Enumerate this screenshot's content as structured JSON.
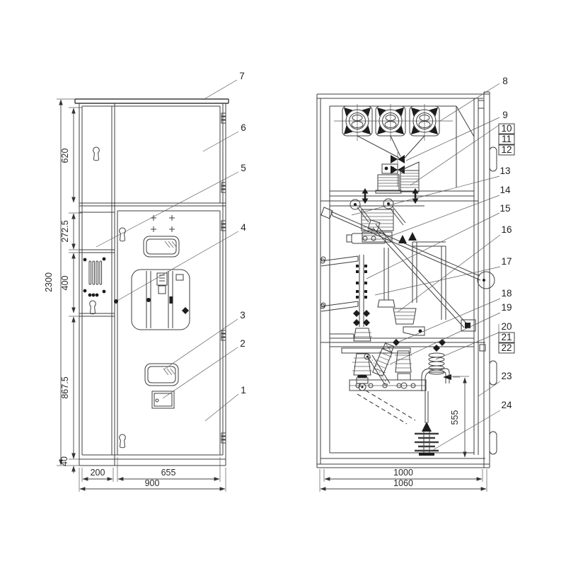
{
  "palette": {
    "line": "#3d3d3d",
    "background": "#ffffff",
    "accent_fill": "#1c1c1c"
  },
  "front_view": {
    "dims": {
      "total_height": "2300",
      "top_section": "620",
      "panel_section": "272.5",
      "vent_section": "400",
      "lower_section": "867.5",
      "base": "40",
      "col_width": "200",
      "door_width": "655",
      "total_width": "900"
    },
    "callouts": {
      "c1": "1",
      "c2": "2",
      "c3": "3",
      "c4": "4",
      "c5": "5",
      "c6": "6",
      "c7": "7"
    }
  },
  "side_view": {
    "dims": {
      "cable_height": "555",
      "inner_depth": "1000",
      "total_depth": "1060"
    },
    "callouts": {
      "c8": "8",
      "c9": "9",
      "c10": "10",
      "c11": "11",
      "c12": "12",
      "c13": "13",
      "c14": "14",
      "c15": "15",
      "c16": "16",
      "c17": "17",
      "c18": "18",
      "c19": "19",
      "c20": "20",
      "c21": "21",
      "c22": "22",
      "c23": "23",
      "c24": "24"
    }
  }
}
